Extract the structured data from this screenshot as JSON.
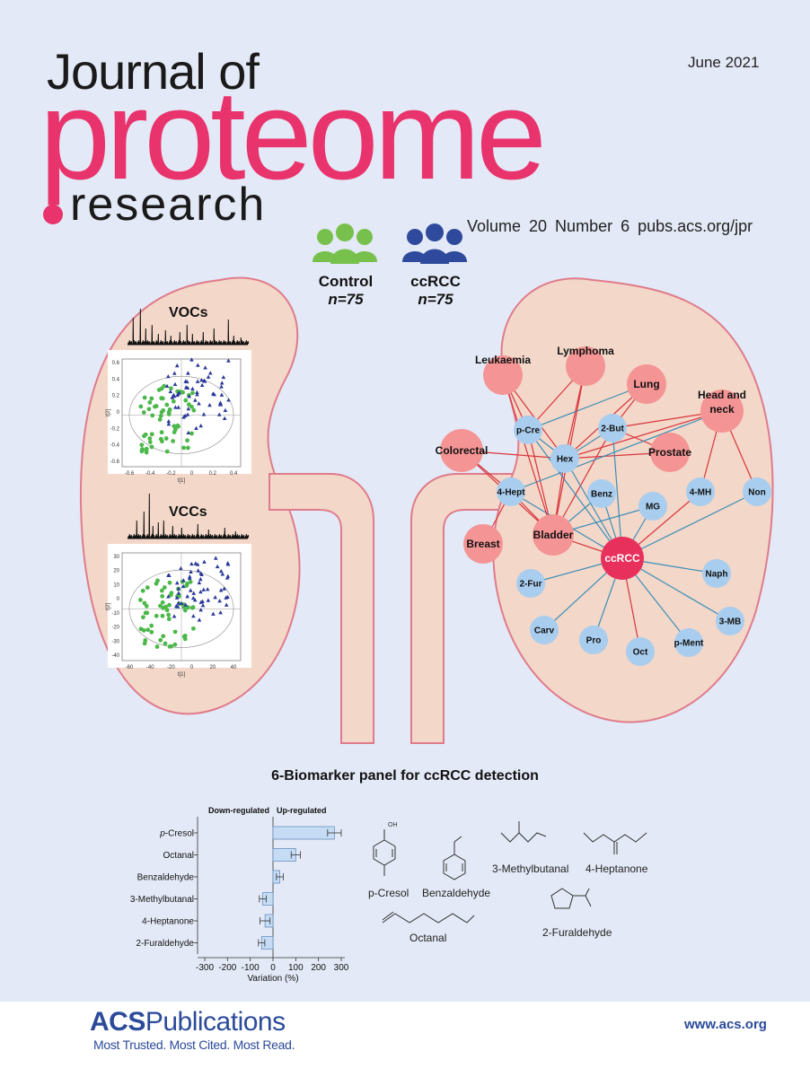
{
  "header": {
    "journal_of": "Journal of",
    "proteome": "proteome",
    "research": "research",
    "date": "June 2021",
    "volume_line": "Volume 20   Number 6 pubs.acs.org/jpr"
  },
  "groups": {
    "control_label": "Control",
    "control_n": "n=75",
    "ccrcc_label": "ccRCC",
    "ccrcc_n": "n=75"
  },
  "plots": {
    "voc_label": "VOCs",
    "vcc_label": "VCCs",
    "voc_xticks": [
      "-0.6",
      "-0.4",
      "-0.2",
      "0",
      "0.2",
      "0.4"
    ],
    "voc_yticks": [
      "0.6",
      "0.4",
      "0.2",
      "0",
      "-0.2",
      "-0.4",
      "-0.6"
    ],
    "vcc_xticks": [
      "-60",
      "-40",
      "-20",
      "0",
      "20",
      "40"
    ],
    "vcc_yticks": [
      "30",
      "20",
      "10",
      "0",
      "-10",
      "-20",
      "-30",
      "-40"
    ],
    "xlabel": "t[1]",
    "ylabel": "t[2]",
    "colors": {
      "control": "#4cb84a",
      "ccrcc": "#2b3a9a"
    }
  },
  "network": {
    "cancers": [
      {
        "id": "leukaemia",
        "label": "Leukaemia"
      },
      {
        "id": "lymphoma",
        "label": "Lymphoma"
      },
      {
        "id": "lung",
        "label": "Lung"
      },
      {
        "id": "headneck",
        "label": "Head and neck"
      },
      {
        "id": "colorectal",
        "label": "Colorectal"
      },
      {
        "id": "prostate",
        "label": "Prostate"
      },
      {
        "id": "breast",
        "label": "Breast"
      },
      {
        "id": "bladder",
        "label": "Bladder"
      },
      {
        "id": "ccrcc",
        "label": "ccRCC"
      }
    ],
    "compounds": [
      {
        "id": "pcre",
        "label": "p-Cre"
      },
      {
        "id": "but2",
        "label": "2-But"
      },
      {
        "id": "hex",
        "label": "Hex"
      },
      {
        "id": "hept4",
        "label": "4-Hept"
      },
      {
        "id": "benz",
        "label": "Benz"
      },
      {
        "id": "mg",
        "label": "MG"
      },
      {
        "id": "mh4",
        "label": "4-MH"
      },
      {
        "id": "non",
        "label": "Non"
      },
      {
        "id": "fur2",
        "label": "2-Fur"
      },
      {
        "id": "naph",
        "label": "Naph"
      },
      {
        "id": "mb3",
        "label": "3-MB"
      },
      {
        "id": "carv",
        "label": "Carv"
      },
      {
        "id": "pro",
        "label": "Pro"
      },
      {
        "id": "oct",
        "label": "Oct"
      },
      {
        "id": "pment",
        "label": "p-Ment"
      }
    ],
    "colors": {
      "cancer": "#f49494",
      "ccrcc": "#e8305c",
      "compound": "#a9cdee",
      "red_edge": "#d9343c",
      "blue_edge": "#3a8fb8"
    }
  },
  "panel": {
    "title": "6-Biomarker panel for ccRCC detection",
    "down_label": "Down-regulated",
    "up_label": "Up-regulated"
  },
  "chart_data": {
    "type": "bar",
    "orientation": "horizontal",
    "categories": [
      "p-Cresol",
      "Octanal",
      "Benzaldehyde",
      "3-Methylbutanal",
      "4-Heptanone",
      "2-Furaldehyde"
    ],
    "values": [
      270,
      100,
      30,
      -45,
      -35,
      -50
    ],
    "errors": [
      30,
      20,
      15,
      15,
      22,
      14
    ],
    "xlabel": "Variation (%)",
    "xlim": [
      -300,
      300
    ],
    "xticks": [
      "-300",
      "-200",
      "-100",
      "0",
      "100",
      "200",
      "300"
    ]
  },
  "structures": {
    "pcresol": "p-Cresol",
    "benzaldehyde": "Benzaldehyde",
    "methylbutanal": "3-Methylbutanal",
    "heptanone": "4-Heptanone",
    "octanal": "Octanal",
    "furaldehyde": "2-Furaldehyde"
  },
  "footer": {
    "acs": "ACS",
    "publications": "Publications",
    "tagline": "Most Trusted. Most Cited. Most Read.",
    "url": "www.acs.org"
  }
}
